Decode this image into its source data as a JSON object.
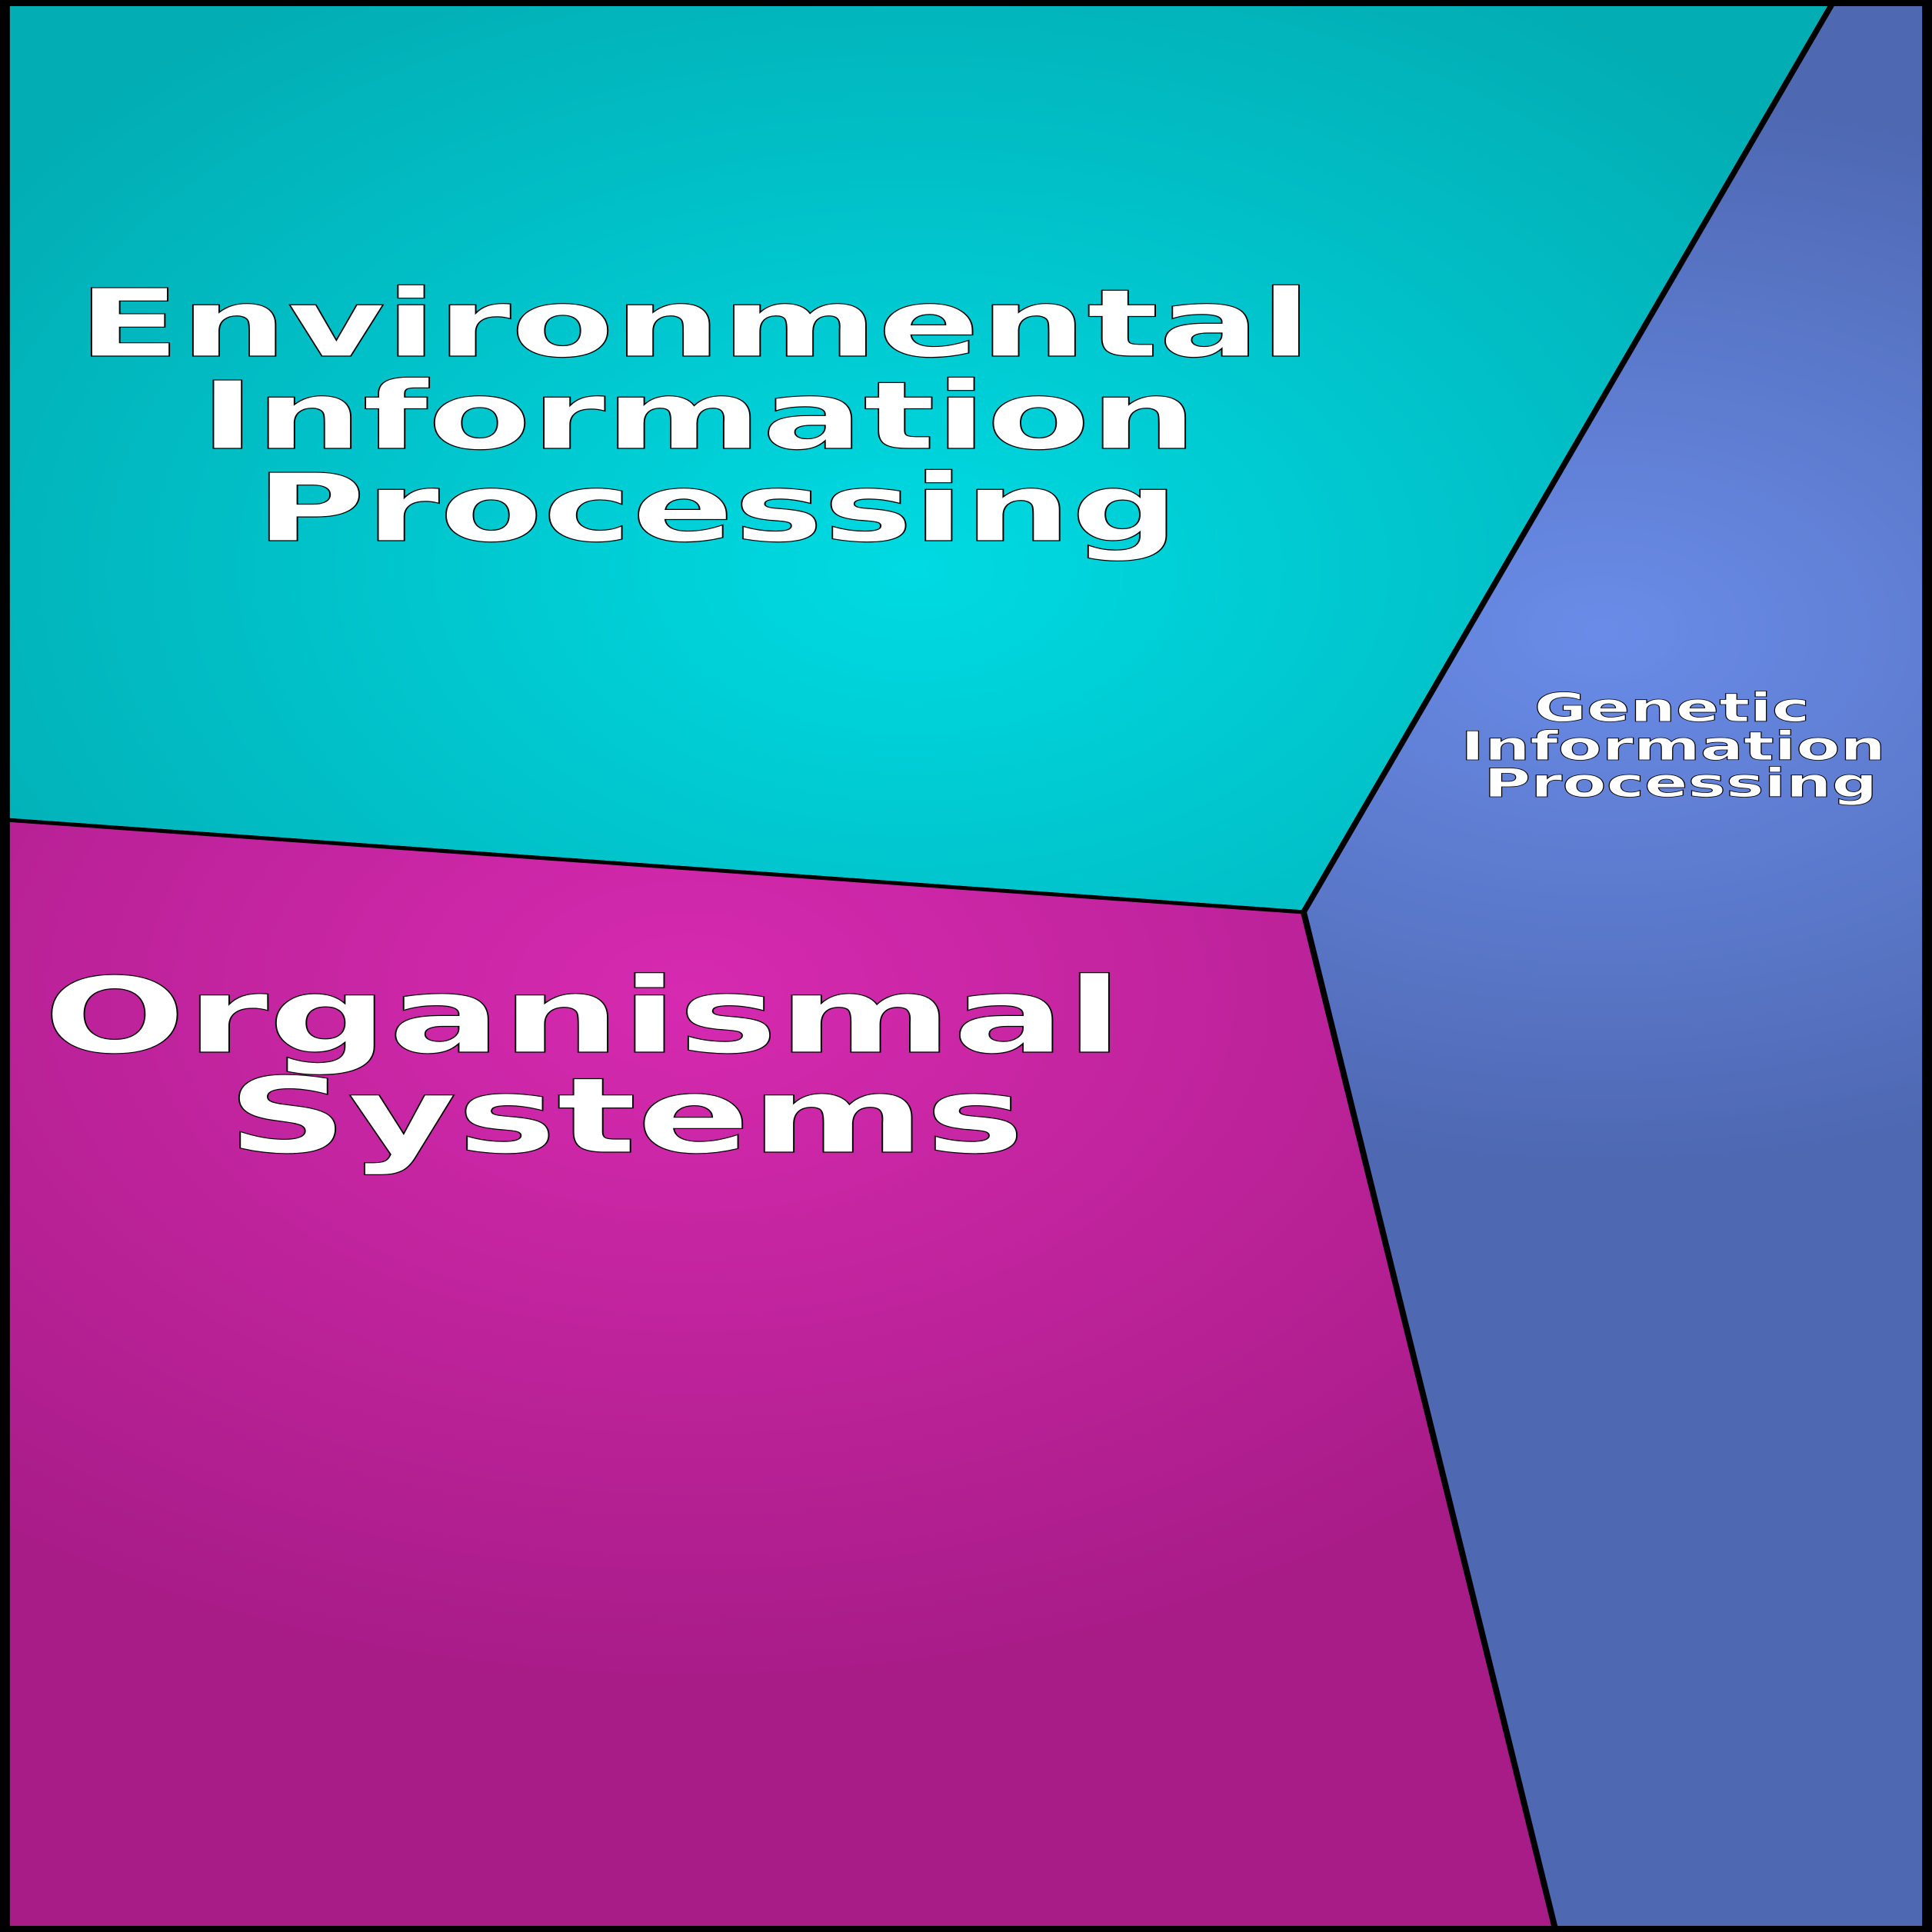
{
  "diagram": {
    "type": "voronoi-treemap",
    "cells": [
      {
        "name": "Environmental Information Processing",
        "lines": [
          "Environmental",
          "Information",
          "Processing"
        ],
        "color_center": "#00dae2",
        "color_edge": "#02adb4"
      },
      {
        "name": "Genetic Information Processing",
        "lines": [
          "Genetic",
          "Information",
          "Processing"
        ],
        "color_center": "#6a8ce8",
        "color_edge": "#4e68b2"
      },
      {
        "name": "Organismal Systems",
        "lines": [
          "Organismal",
          "Systems"
        ],
        "color_center": "#d62ab0",
        "color_edge": "#a81c88"
      }
    ]
  }
}
